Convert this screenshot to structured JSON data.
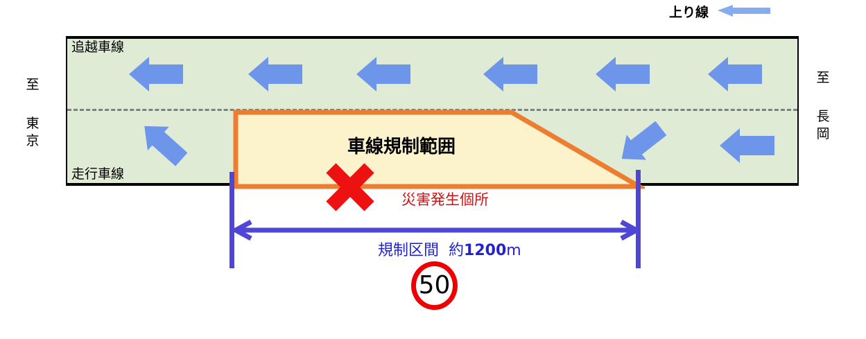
{
  "header": {
    "direction_label": "上り線"
  },
  "destinations": {
    "left": {
      "prefix": "至",
      "name": "東京"
    },
    "right": {
      "prefix": "至",
      "name": "長岡"
    }
  },
  "road": {
    "top_lane_label": "追越車線",
    "bottom_lane_label": "走行車線"
  },
  "restriction_zone": {
    "label": "車線規制範囲"
  },
  "incident": {
    "label": "災害発生個所"
  },
  "section": {
    "label": "規制区間",
    "approx": "約",
    "distance": "1200",
    "unit": "m"
  },
  "speed_sign": {
    "value": "50"
  },
  "colors": {
    "road_green": "#e0ebd5",
    "arrow_blue": "#6d95ea",
    "upline_arrow_blue": "#85acee",
    "zone_border_orange": "#ed7d31",
    "zone_fill_yellow": "#fcf3cd",
    "incident_x_red": "#ee1111",
    "incident_text_red": "#cd1414",
    "measure_blue_violet": "#4f46d6",
    "section_text_blue": "#2323cb",
    "speed_sign_red": "#ee0000"
  }
}
